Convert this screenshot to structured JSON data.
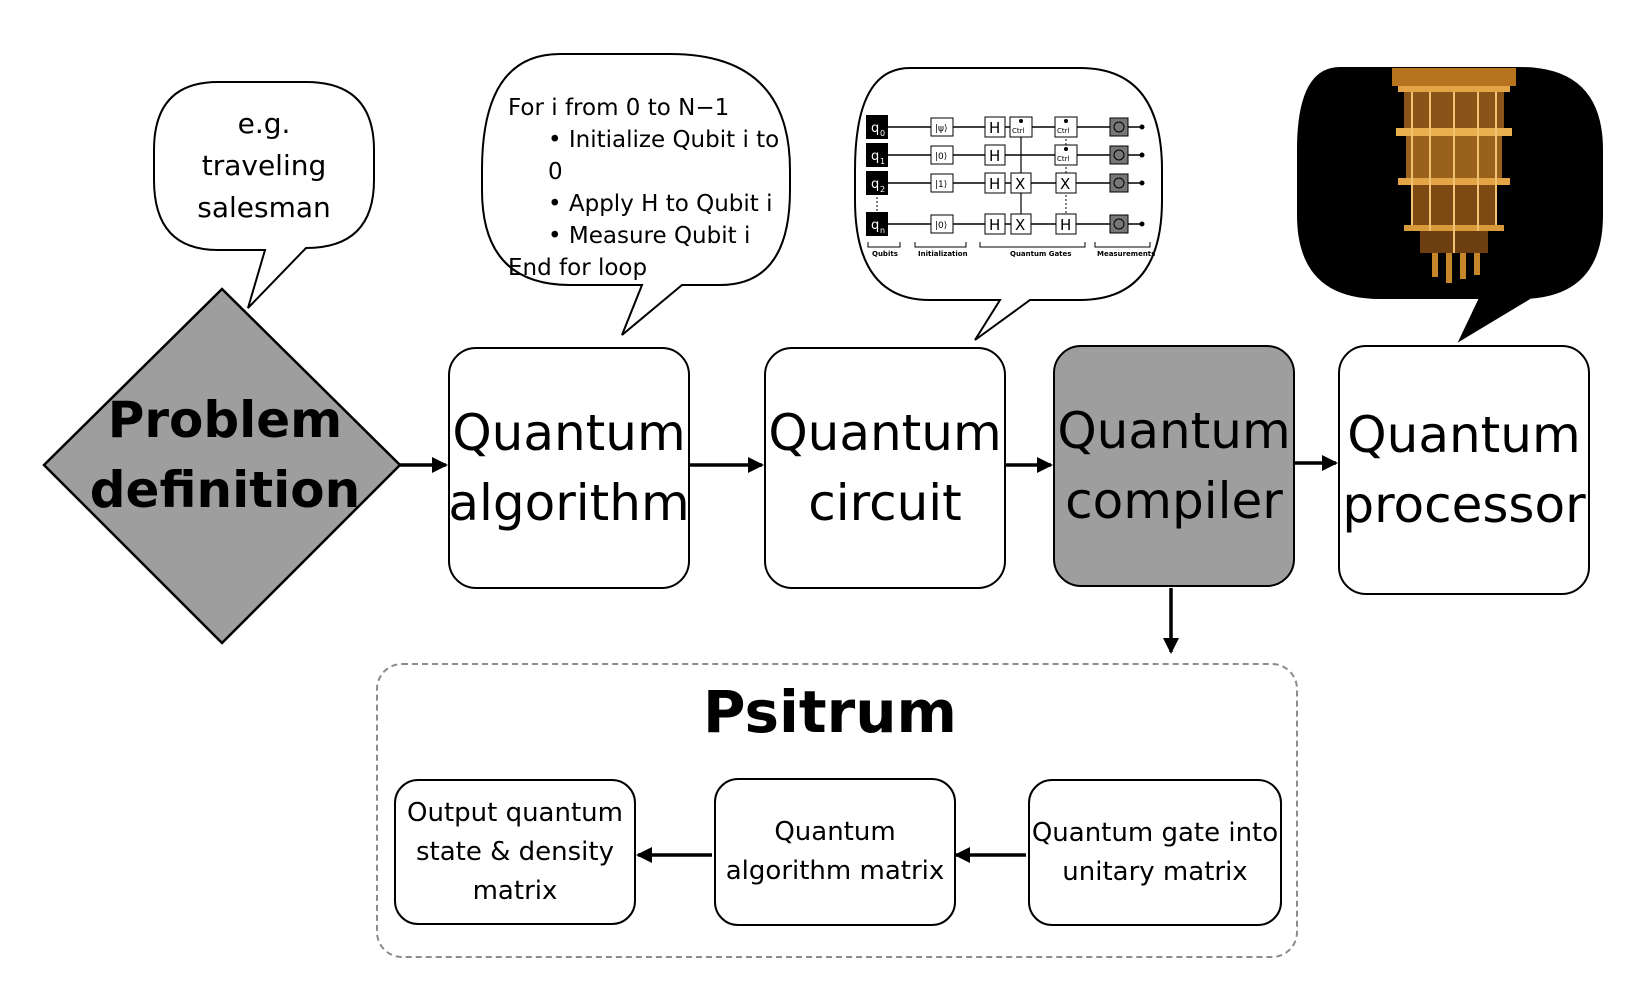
{
  "problem_box": {
    "line1": "Problem",
    "line2": "definition"
  },
  "bubble_problem": {
    "line1": "e.g.",
    "line2": "traveling",
    "line3": "salesman"
  },
  "bubble_algorithm": {
    "line1": "For i from 0 to N−1",
    "line2": "• Initialize Qubit i to 0",
    "line3": "• Apply H to Qubit i",
    "line4": "• Measure Qubit i",
    "line5": "End for loop"
  },
  "pipeline": {
    "algorithm": {
      "line1": "Quantum",
      "line2": "algorithm"
    },
    "circuit": {
      "line1": "Quantum",
      "line2": "circuit"
    },
    "compiler": {
      "line1": "Quantum",
      "line2": "compiler"
    },
    "processor": {
      "line1": "Quantum",
      "line2": "processor"
    }
  },
  "circuit_diagram": {
    "qubits": [
      "q",
      "q",
      "q",
      "q"
    ],
    "subscripts": [
      "0",
      "1",
      "2",
      "n"
    ],
    "init_states": [
      "|ψ⟩",
      "|0⟩",
      "|1⟩",
      "|0⟩"
    ],
    "gate_h": "H",
    "gate_x": "X",
    "gate_ctrl": "Ctrl",
    "section_labels": [
      "Qubits",
      "Initialization",
      "Quantum Gates",
      "Measurements"
    ]
  },
  "psitrum": {
    "title": "Psitrum",
    "unitary": {
      "line1": "Quantum gate into",
      "line2": "unitary matrix"
    },
    "algorithm_matrix": {
      "line1": "Quantum",
      "line2": "algorithm matrix"
    },
    "output": {
      "line1": "Output quantum",
      "line2": "state & density",
      "line3": "matrix"
    }
  },
  "colors": {
    "fill_gray": "#9e9e9e",
    "line": "#000000",
    "dashed": "#8c8c8c",
    "processor_bg": "#000000",
    "gold": "#c8862a"
  }
}
